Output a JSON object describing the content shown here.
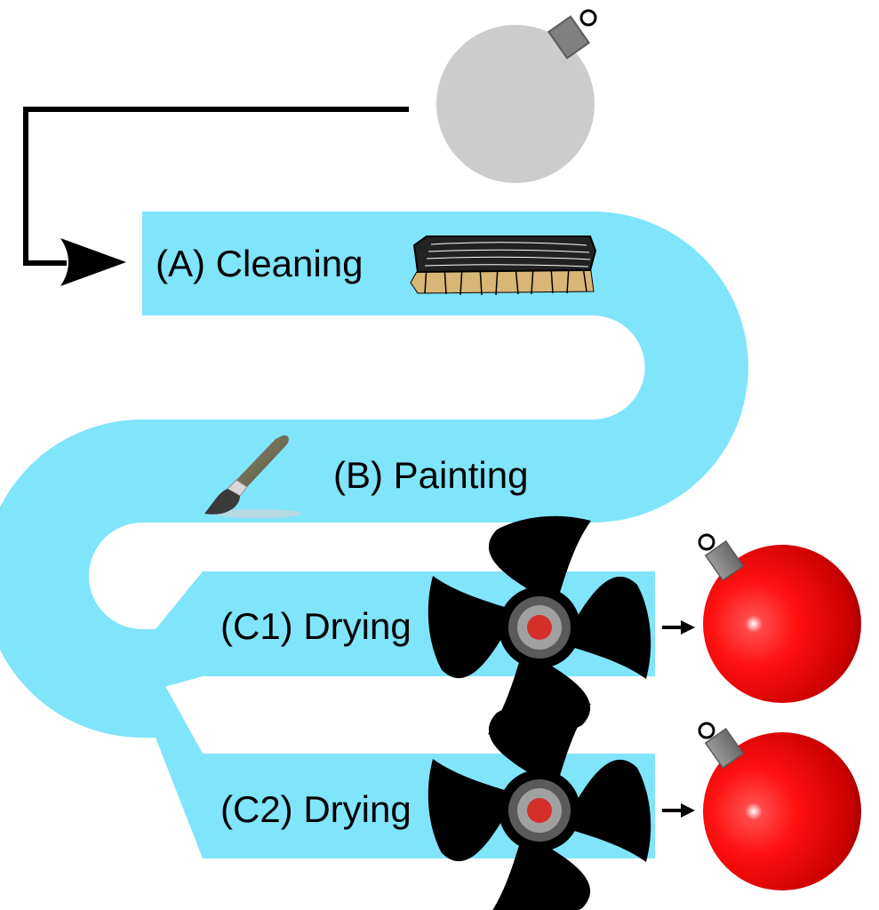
{
  "stages": [
    {
      "id": "A",
      "label": "(A) Cleaning",
      "icon": "brush-icon"
    },
    {
      "id": "B",
      "label": "(B) Painting",
      "icon": "paintbrush-icon"
    },
    {
      "id": "C1",
      "label": "(C1) Drying",
      "icon": "fan-icon"
    },
    {
      "id": "C2",
      "label": "(C2) Drying",
      "icon": "fan-icon"
    }
  ],
  "input_item": {
    "icon": "ornament-icon",
    "color": "#cccccc"
  },
  "output_items": [
    {
      "icon": "ornament-icon",
      "color": "#e00000"
    },
    {
      "icon": "ornament-icon",
      "color": "#e00000"
    }
  ],
  "colors": {
    "track": "#80e4fb",
    "ornament_cap": "#808080",
    "fan_blade": "#000000",
    "fan_hub": "#d52f2a"
  }
}
